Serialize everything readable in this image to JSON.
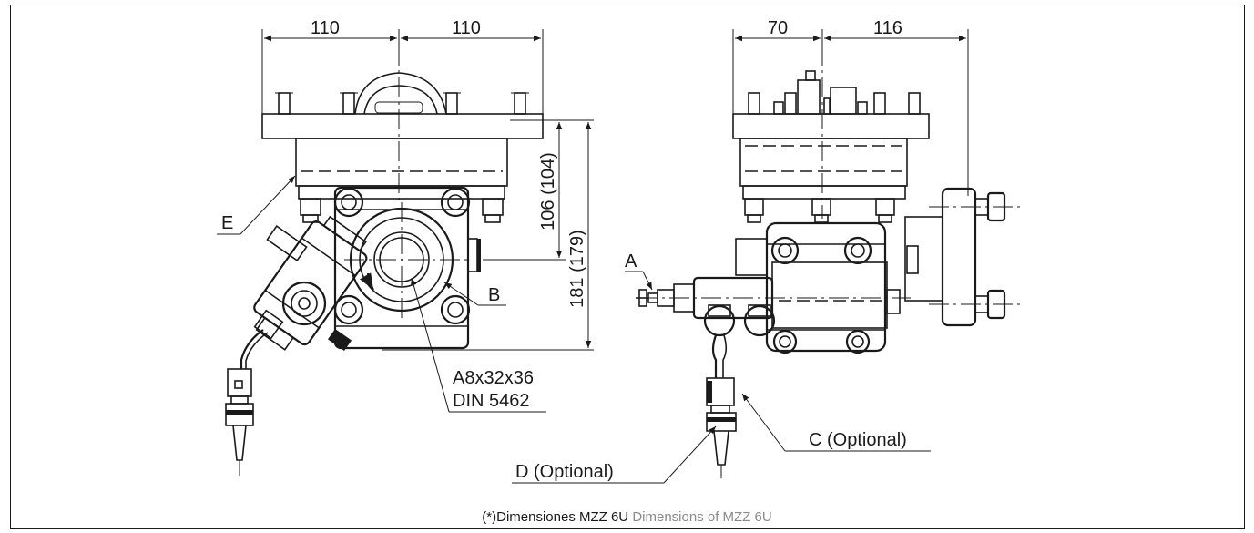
{
  "dimensions": {
    "left_width_a": "110",
    "left_width_b": "110",
    "right_width_a": "70",
    "right_width_b": "116",
    "height_inner": "106 (104)",
    "height_outer": "181 (179)"
  },
  "labels": {
    "a": "A",
    "b": "B",
    "e": "E",
    "spline_line1": "A8x32x36",
    "spline_line2": "DIN 5462",
    "c": "C (Optional)",
    "d": "D (Optional)"
  },
  "caption": {
    "es": "(*)Dimensiones MZZ 6U",
    "en": "Dimensions of MZZ 6U"
  }
}
